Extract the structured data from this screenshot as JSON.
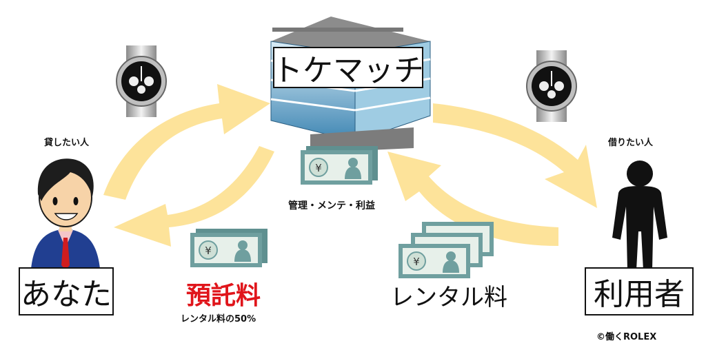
{
  "colors": {
    "arrow": "#fde39a",
    "money": "#6f9f9f",
    "money_light": "#e7f0ea",
    "deposit_red": "#e0151b",
    "silhouette": "#111111",
    "building_blue": "#5fa6c9",
    "skin": "#f7d3a8",
    "suit": "#213f91"
  },
  "company": {
    "name": "トケマッチ"
  },
  "owner": {
    "box_label": "あなた",
    "caption": "貸したい人"
  },
  "user": {
    "box_label": "利用者",
    "caption": "借りたい人"
  },
  "flows": {
    "management": "管理・メンテ・利益",
    "deposit_fee": "預託料",
    "deposit_fee_note": "レンタル料の50%",
    "rental_fee": "レンタル料"
  },
  "credit": "©働くROLEX",
  "icons": [
    "watch-icon",
    "building-icon",
    "money-icon",
    "businessman-icon",
    "person-silhouette-icon"
  ]
}
